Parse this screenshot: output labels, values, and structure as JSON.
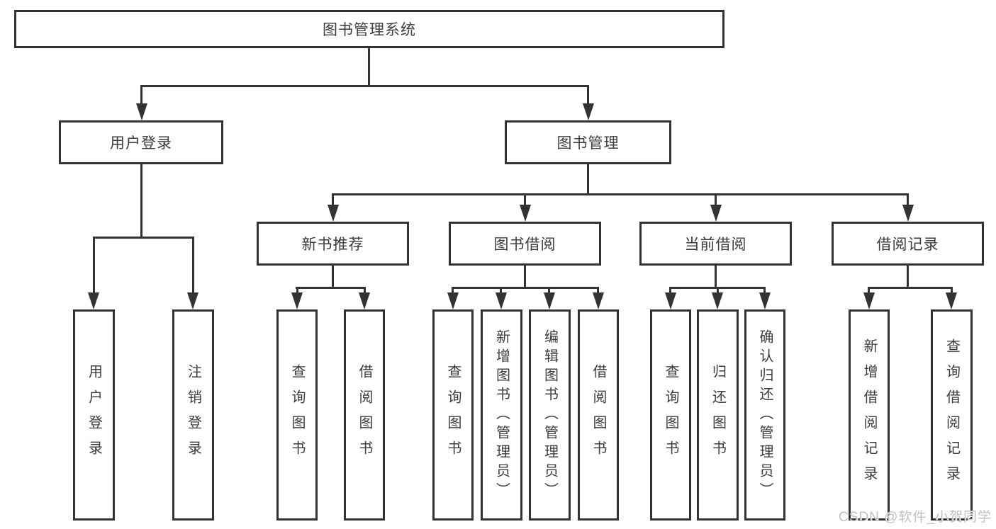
{
  "diagram": {
    "root": {
      "label": "图书管理系统"
    },
    "level2": [
      {
        "label": "用户登录"
      },
      {
        "label": "图书管理"
      }
    ],
    "level3": [
      {
        "label": "新书推荐"
      },
      {
        "label": "图书借阅"
      },
      {
        "label": "当前借阅"
      },
      {
        "label": "借阅记录"
      }
    ],
    "leaves": [
      {
        "label": "用户登录",
        "parent": "用户登录"
      },
      {
        "label": "注销登录",
        "parent": "用户登录"
      },
      {
        "label": "查询图书",
        "parent": "新书推荐"
      },
      {
        "label": "借阅图书",
        "parent": "新书推荐"
      },
      {
        "label": "查询图书",
        "parent": "图书借阅"
      },
      {
        "label": "新增图书（管理员）",
        "parent": "图书借阅"
      },
      {
        "label": "编辑图书（管理员）",
        "parent": "图书借阅"
      },
      {
        "label": "借阅图书",
        "parent": "图书借阅"
      },
      {
        "label": "查询图书",
        "parent": "当前借阅"
      },
      {
        "label": "归还图书",
        "parent": "当前借阅"
      },
      {
        "label": "确认归还（管理员）",
        "parent": "当前借阅"
      },
      {
        "label": "新增借阅记录",
        "parent": "借阅记录"
      },
      {
        "label": "查询借阅记录",
        "parent": "借阅记录"
      }
    ]
  },
  "watermark": {
    "text": "CSDN @软件_小贺同学"
  },
  "colors": {
    "line": "#333333",
    "text": "#3c3c3c",
    "watermark": "#c2c2c2",
    "background": "#ffffff"
  }
}
